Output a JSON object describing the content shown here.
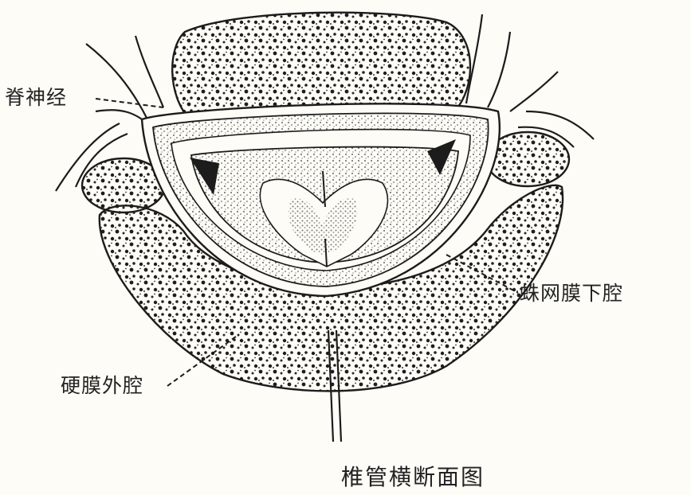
{
  "labels": {
    "spinal_nerve": "脊神经",
    "subarachnoid_space": "蛛网膜下腔",
    "epidural_space": "硬膜外腔"
  },
  "caption": "椎管横断面图",
  "colors": {
    "ink": "#1c1c1c",
    "paper": "#fdfcf6",
    "stipple": "#3a3a3a"
  }
}
